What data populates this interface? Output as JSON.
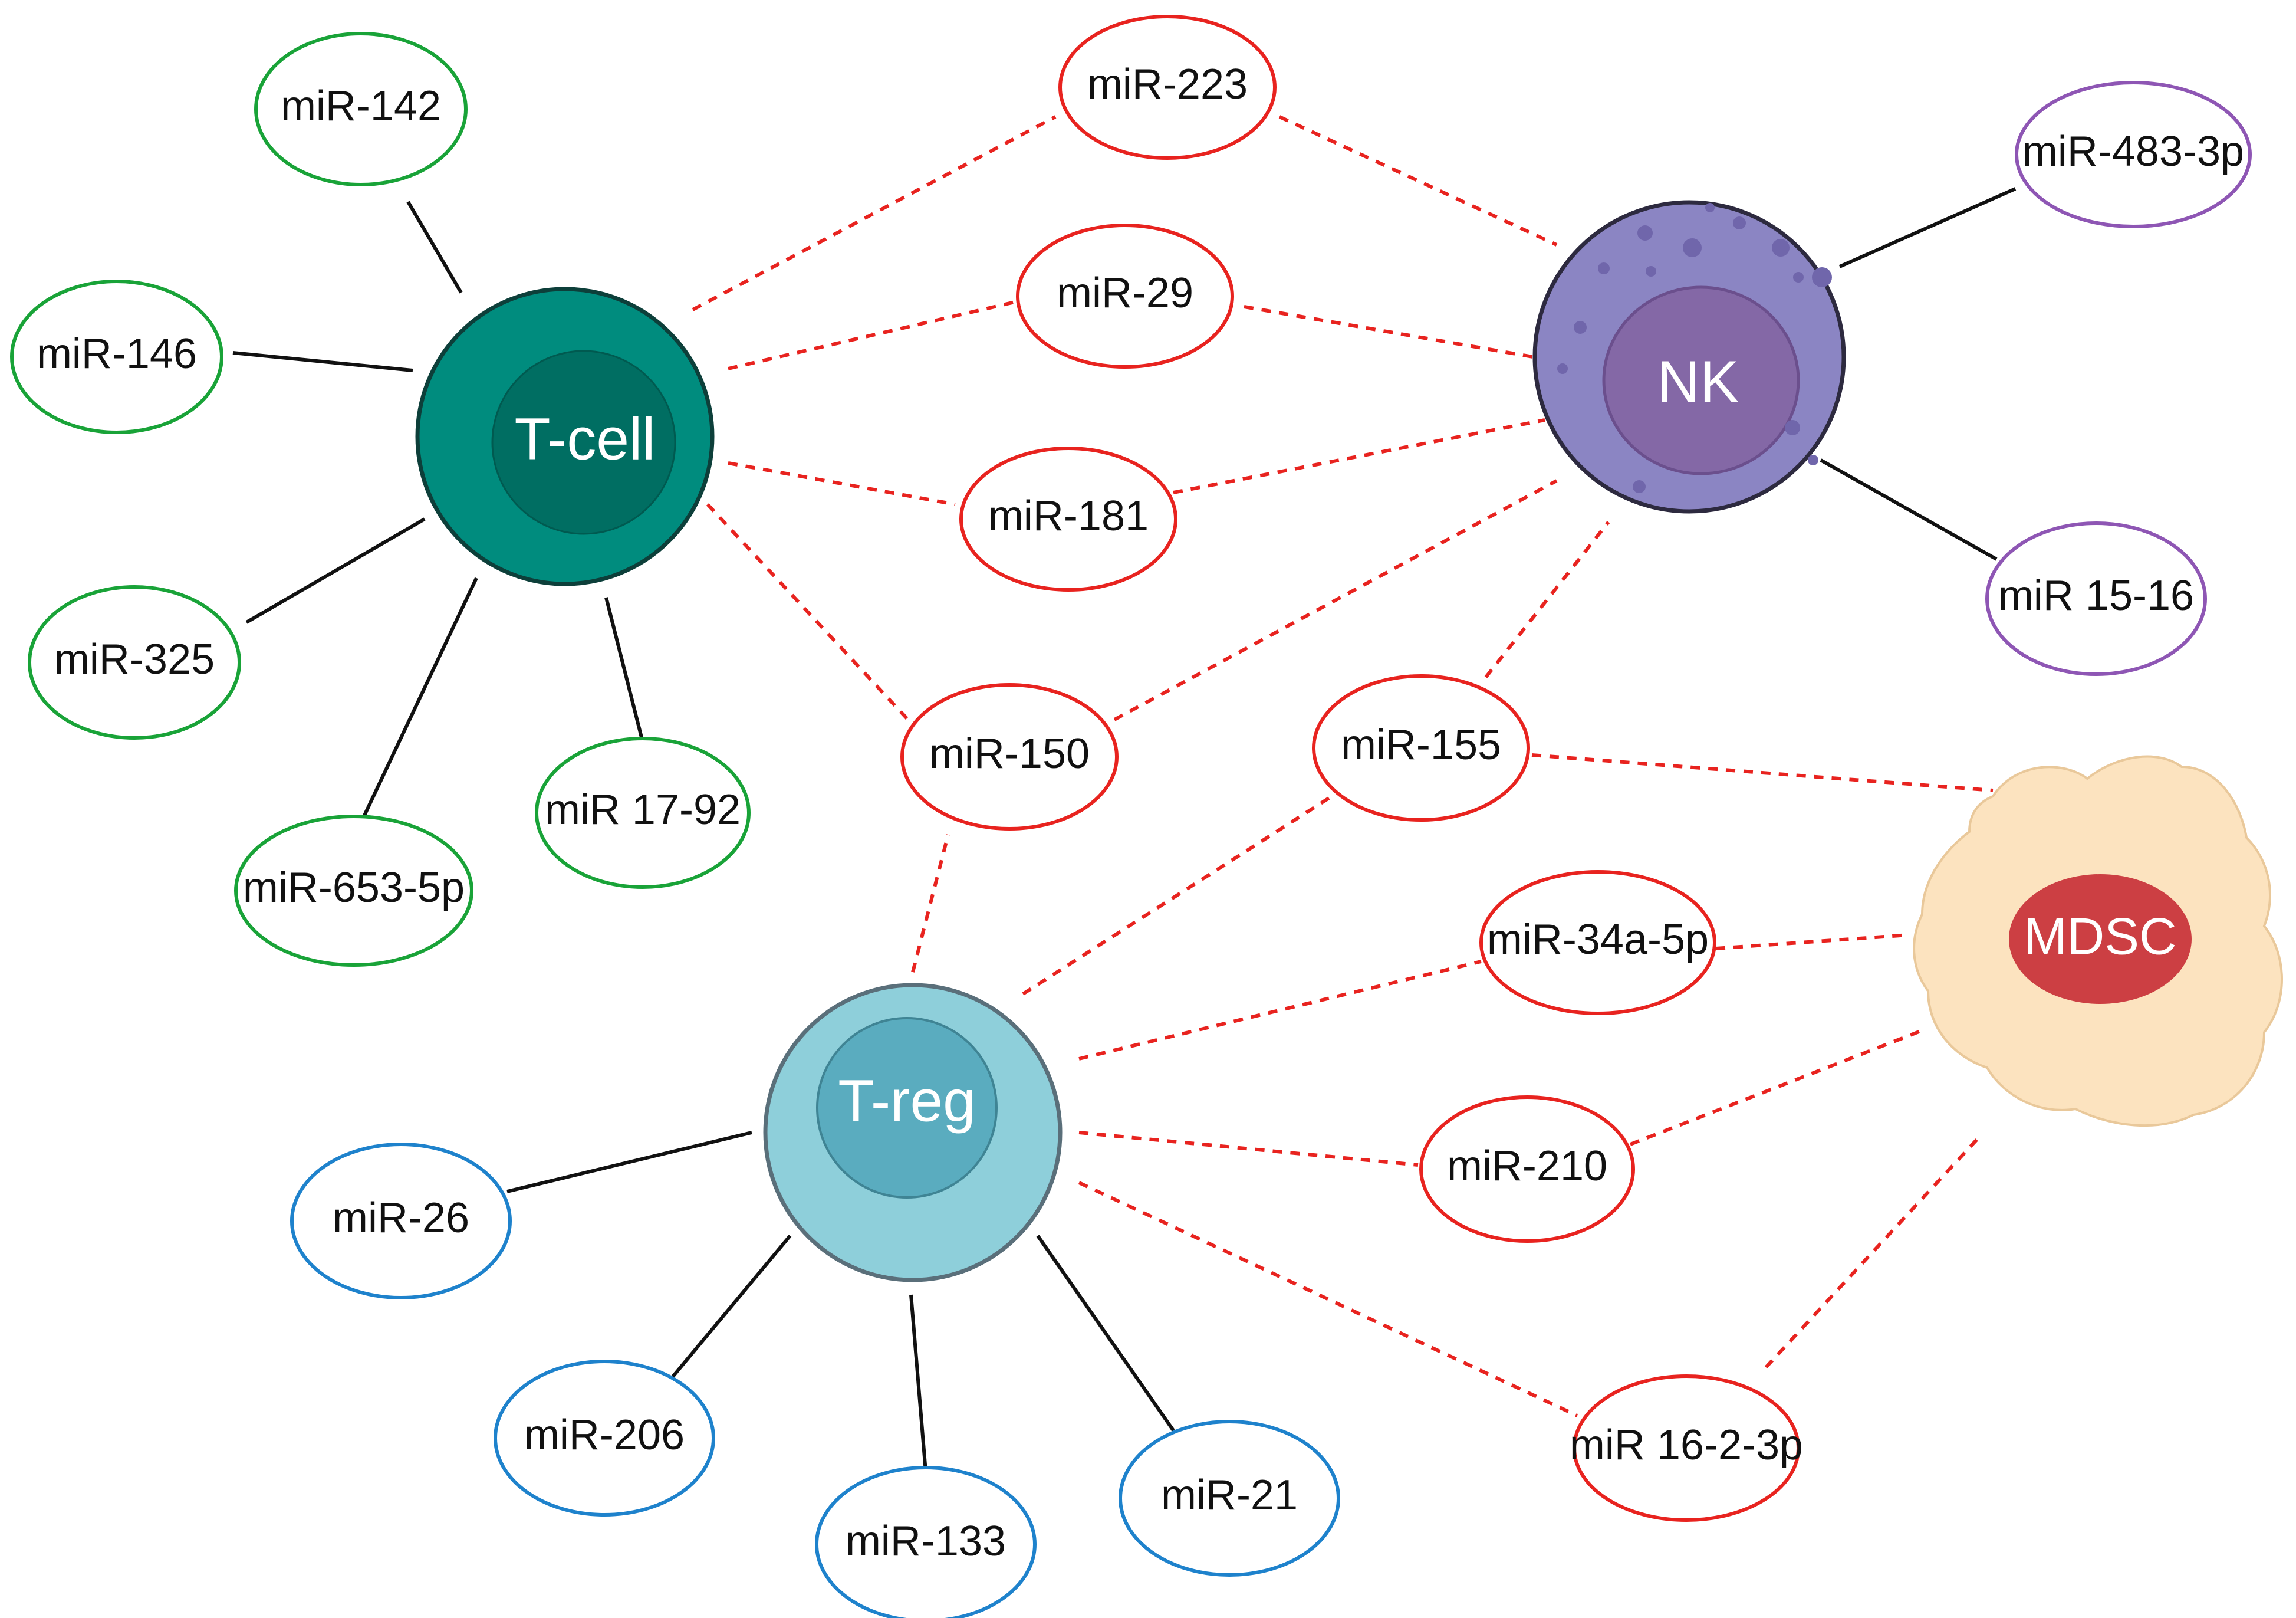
{
  "cells": {
    "tcell": {
      "label": "T-cell"
    },
    "nk": {
      "label": "NK"
    },
    "treg": {
      "label": "T-reg"
    },
    "mdsc": {
      "label": "MDSC"
    }
  },
  "mirnas": [
    {
      "label": "miR-142",
      "group": "tcell"
    },
    {
      "label": "miR-146",
      "group": "tcell"
    },
    {
      "label": "miR-325",
      "group": "tcell"
    },
    {
      "label": "miR-653-5p",
      "group": "tcell"
    },
    {
      "label": "miR 17-92",
      "group": "tcell"
    },
    {
      "label": "miR-223",
      "group": "shared"
    },
    {
      "label": "miR-29",
      "group": "shared"
    },
    {
      "label": "miR-181",
      "group": "shared"
    },
    {
      "label": "miR-150",
      "group": "shared"
    },
    {
      "label": "miR-155",
      "group": "shared"
    },
    {
      "label": "miR-34a-5p",
      "group": "shared"
    },
    {
      "label": "miR-210",
      "group": "shared"
    },
    {
      "label": "miR 16-2-3p",
      "group": "shared"
    },
    {
      "label": "miR-483-3p",
      "group": "nk"
    },
    {
      "label": "miR 15-16",
      "group": "nk"
    },
    {
      "label": "miR-26",
      "group": "treg"
    },
    {
      "label": "miR-206",
      "group": "treg"
    },
    {
      "label": "miR-133",
      "group": "treg"
    },
    {
      "label": "miR-21",
      "group": "treg"
    }
  ],
  "colors": {
    "tcell": "#19a338",
    "shared": "#e8231f",
    "nk": "#8e56b4",
    "treg": "#1e82cc",
    "tcell_outer": "#008c7e",
    "tcell_inner": "#006e62",
    "nk_outer": "#8b85c3",
    "nk_inner": "#8468a6",
    "treg_outer": "#8ecfda",
    "treg_inner": "#5aacbf",
    "mdsc_body": "#fce3bf",
    "mdsc_nucleus": "#cc3f43"
  }
}
